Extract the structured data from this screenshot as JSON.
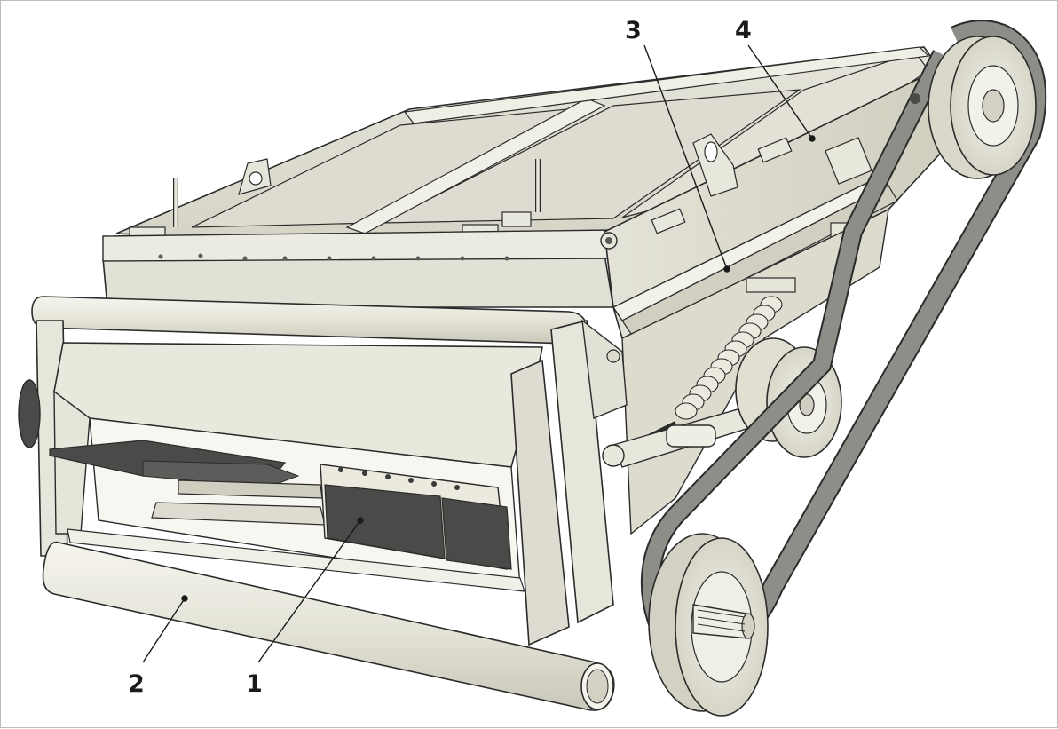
{
  "colors": {
    "metal_light": "#ecebe1",
    "metal_mid": "#dcdbce",
    "metal_shadow": "#c4c3b4",
    "outline": "#2b2b2b",
    "dark_plate": "#4a4a48",
    "belt": "#8a8a86",
    "background": "#ffffff",
    "callout": "#1a1a1a"
  },
  "callouts": [
    {
      "id": "1",
      "label": "1"
    },
    {
      "id": "2",
      "label": "2"
    },
    {
      "id": "3",
      "label": "3"
    },
    {
      "id": "4",
      "label": "4"
    }
  ]
}
